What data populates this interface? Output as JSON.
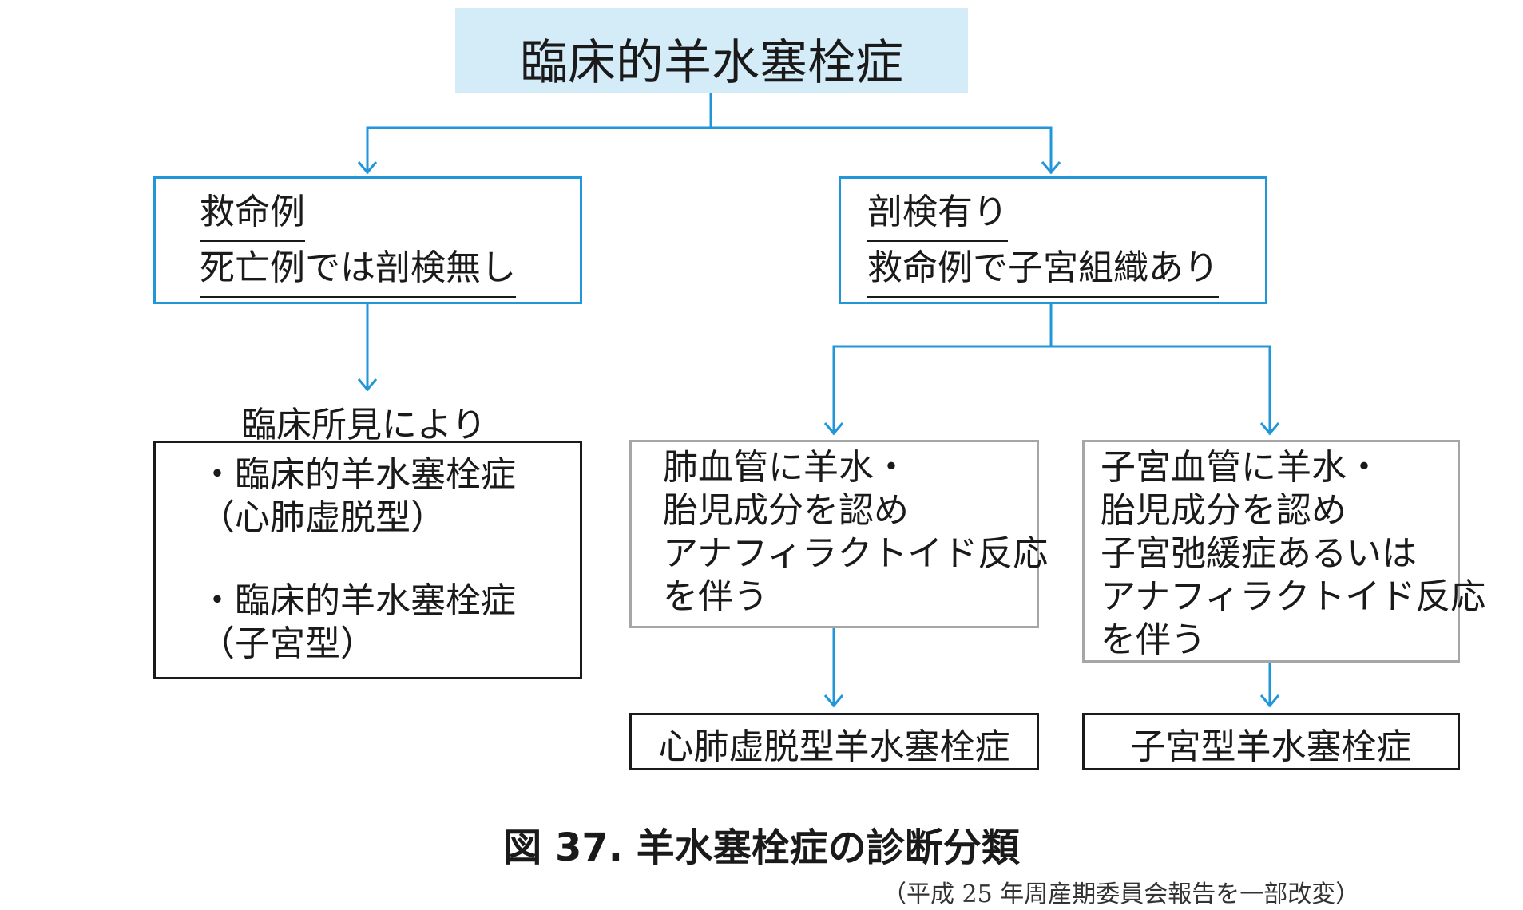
{
  "title": "臨床的羊水塞栓症",
  "left_branch": {
    "header": "救命例",
    "sub": "死亡例では剖検無し"
  },
  "right_branch": {
    "header": "剖検有り",
    "sub": "救命例で子宮組織あり"
  },
  "clinical": {
    "label": "臨床所見により",
    "item1_line1": "・臨床的羊水塞栓症",
    "item1_line2": "（心肺虚脱型）",
    "item2_line1": "・臨床的羊水塞栓症",
    "item2_line2": "（子宮型）"
  },
  "lung_finding": {
    "line1": "肺血管に羊水・",
    "line2": "胎児成分を認め",
    "line3": "アナフィラクトイド反応",
    "line4": "を伴う"
  },
  "uterus_finding": {
    "line1": "子宮血管に羊水・",
    "line2": "胎児成分を認め",
    "line3": "子宮弛緩症あるいは",
    "line4": "アナフィラクトイド反応",
    "line5": "を伴う"
  },
  "result_cardio": "心肺虚脱型羊水塞栓症",
  "result_uterine": "子宮型羊水塞栓症",
  "caption": "図 37.  羊水塞栓症の診断分類",
  "source": "（平成 25 年周産期委員会報告を一部改変）",
  "colors": {
    "arrow": "#2196d9",
    "title_bg": "#d4ebf8",
    "blue_border": "#2196d9",
    "gray_border": "#a6a6a6",
    "black_border": "#1a1a1a"
  }
}
